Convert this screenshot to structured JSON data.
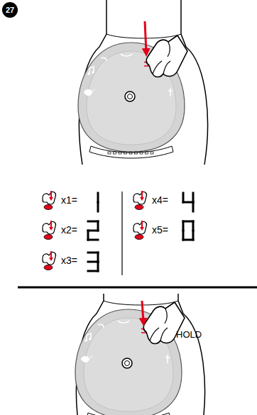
{
  "diagram": {
    "nodes": [
      {
        "text": [
          "27"
        ]
      }
    ],
    "labels": [
      "x1=",
      "x2=",
      "x3=",
      "x4=",
      "x5=",
      "HOLD"
    ]
  }
}
